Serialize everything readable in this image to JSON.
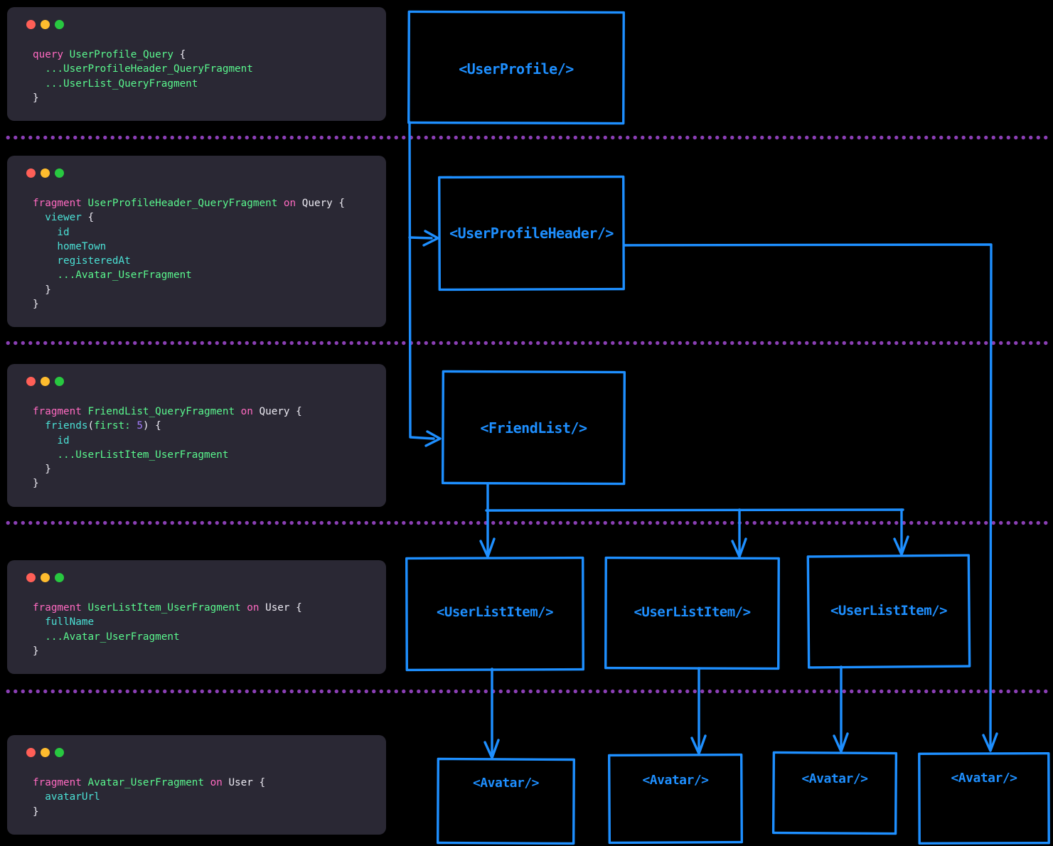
{
  "theme": {
    "background": "#000000",
    "card_background": "#2a2834",
    "accent_blue": "#1e8fff",
    "separator_purple": "#8b3fb5",
    "traffic_lights": [
      "#ff5f57",
      "#febc2e",
      "#28c840"
    ],
    "code_colors": {
      "keyword": "#ff6ac1",
      "name": "#5af78e",
      "field": "#4be0d5",
      "number": "#a07bf7",
      "plain": "#eceaf2"
    }
  },
  "code_cards": [
    {
      "id": "user-profile-query",
      "lines": [
        [
          {
            "c": "kw",
            "t": "query "
          },
          {
            "c": "nm",
            "t": "UserProfile_Query"
          },
          {
            "c": "pl",
            "t": " {"
          }
        ],
        [
          {
            "c": "nm",
            "t": "  ...UserProfileHeader_QueryFragment"
          }
        ],
        [
          {
            "c": "nm",
            "t": "  ...UserList_QueryFragment"
          }
        ],
        [
          {
            "c": "pl",
            "t": "}"
          }
        ]
      ]
    },
    {
      "id": "user-profile-header-fragment",
      "lines": [
        [
          {
            "c": "kw",
            "t": "fragment "
          },
          {
            "c": "nm",
            "t": "UserProfileHeader_QueryFragment"
          },
          {
            "c": "kw",
            "t": " on"
          },
          {
            "c": "pl",
            "t": " Query {"
          }
        ],
        [
          {
            "c": "fd",
            "t": "  viewer"
          },
          {
            "c": "pl",
            "t": " {"
          }
        ],
        [
          {
            "c": "fd",
            "t": "    id"
          }
        ],
        [
          {
            "c": "fd",
            "t": "    homeTown"
          }
        ],
        [
          {
            "c": "fd",
            "t": "    registeredAt"
          }
        ],
        [
          {
            "c": "nm",
            "t": "    ...Avatar_UserFragment"
          }
        ],
        [
          {
            "c": "pl",
            "t": "  }"
          }
        ],
        [
          {
            "c": "pl",
            "t": "}"
          }
        ]
      ]
    },
    {
      "id": "friend-list-fragment",
      "lines": [
        [
          {
            "c": "kw",
            "t": "fragment "
          },
          {
            "c": "nm",
            "t": "FriendList_QueryFragment"
          },
          {
            "c": "kw",
            "t": " on"
          },
          {
            "c": "pl",
            "t": " Query {"
          }
        ],
        [
          {
            "c": "fd",
            "t": "  friends"
          },
          {
            "c": "pl",
            "t": "("
          },
          {
            "c": "nm",
            "t": "first:"
          },
          {
            "c": "num",
            "t": " 5"
          },
          {
            "c": "pl",
            "t": ") {"
          }
        ],
        [
          {
            "c": "fd",
            "t": "    id"
          }
        ],
        [
          {
            "c": "nm",
            "t": "    ...UserListItem_UserFragment"
          }
        ],
        [
          {
            "c": "pl",
            "t": "  }"
          }
        ],
        [
          {
            "c": "pl",
            "t": "}"
          }
        ]
      ]
    },
    {
      "id": "user-list-item-fragment",
      "lines": [
        [
          {
            "c": "kw",
            "t": "fragment "
          },
          {
            "c": "nm",
            "t": "UserListItem_UserFragment"
          },
          {
            "c": "kw",
            "t": " on"
          },
          {
            "c": "pl",
            "t": " User {"
          }
        ],
        [
          {
            "c": "fd",
            "t": "  fullName"
          }
        ],
        [
          {
            "c": "nm",
            "t": "  ...Avatar_UserFragment"
          }
        ],
        [
          {
            "c": "pl",
            "t": "}"
          }
        ]
      ]
    },
    {
      "id": "avatar-fragment",
      "lines": [
        [
          {
            "c": "kw",
            "t": "fragment "
          },
          {
            "c": "nm",
            "t": "Avatar_UserFragment"
          },
          {
            "c": "kw",
            "t": " on"
          },
          {
            "c": "pl",
            "t": " User {"
          }
        ],
        [
          {
            "c": "fd",
            "t": "  avatarUrl"
          }
        ],
        [
          {
            "c": "pl",
            "t": "}"
          }
        ]
      ]
    }
  ],
  "diagram": {
    "boxes": [
      {
        "id": "user-profile",
        "label": "<UserProfile/>"
      },
      {
        "id": "user-profile-header",
        "label": "<UserProfileHeader/>"
      },
      {
        "id": "friend-list",
        "label": "<FriendList/>"
      },
      {
        "id": "user-list-item-1",
        "label": "<UserListItem/>"
      },
      {
        "id": "user-list-item-2",
        "label": "<UserListItem/>"
      },
      {
        "id": "user-list-item-3",
        "label": "<UserListItem/>"
      },
      {
        "id": "avatar-1",
        "label": "<Avatar/>"
      },
      {
        "id": "avatar-2",
        "label": "<Avatar/>"
      },
      {
        "id": "avatar-3",
        "label": "<Avatar/>"
      },
      {
        "id": "avatar-4",
        "label": "<Avatar/>"
      }
    ]
  }
}
